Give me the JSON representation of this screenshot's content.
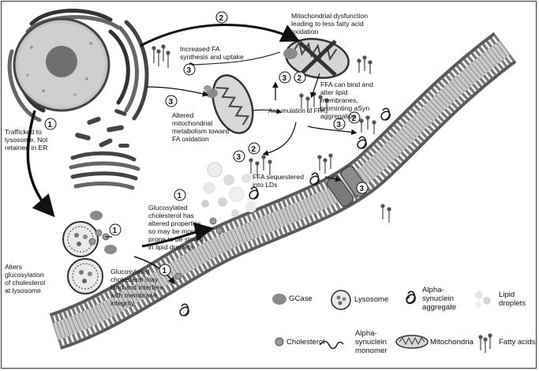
{
  "labels": {
    "mito_dysfunction": "Mitochondrial dysfunction\nleading to less fatty acid\noxidation",
    "increased_fa": "Increased FA\nsynthesis and uptake",
    "altered_mito": "Altered\nmitochondrial\nmetabolism toward\nFA oxidation",
    "ffa_bind": "FFA can bind and\nalter lipid\nmembranes,\nprominting aSyn\naggregation",
    "accumulation": "Accumulation of FFA",
    "ffa_sequestered": "FFA sequestered\ninto LDs",
    "trafficked": "Trafficked to\nlysosome. Not\nretained in ER",
    "glucosylated_altered": "Glucosylated\ncholesterol has\naltered properties\nso may be more\nprone to be stored\nin lipid droplets",
    "alters_glucosylation": "Alters\nglucosylation\nof cholesterol\nat lysosome",
    "glucosylated_bind": "Glucosylated\ncholesterol may\nbind and interfere\nwith membrane\nintegrity"
  },
  "step_numbers": {
    "n1": "1",
    "n2": "2",
    "n3": "3"
  },
  "legend": {
    "gcase": "GCase",
    "lysosome": "Lysosome",
    "aggregate": "Alpha-\nsynuclein\naggregate",
    "lipid_droplets": "Lipid\ndroplets",
    "cholesterol": "Cholesterol",
    "monomer": "Alpha-\nsynuclein\nmonomer",
    "mitochondria": "Mitochondria",
    "fatty_acids": "Fatty acids"
  },
  "colors": {
    "ink": "#111111",
    "membrane_dark": "#4a4a4a",
    "membrane_light": "#9a9a9a",
    "nucleus": "#bdbdbd",
    "nucleolus": "#6a6a6a",
    "gcase": "#8a8a8a"
  }
}
